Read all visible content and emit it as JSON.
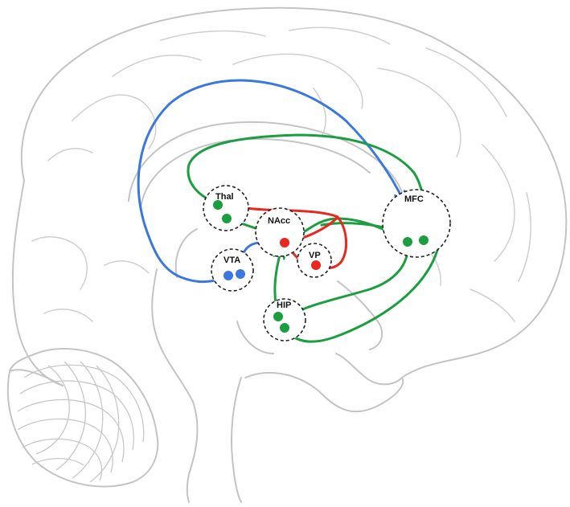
{
  "colors": {
    "glutamate": "#1a9e3f",
    "dopamine": "#3a78e0",
    "gaba": "#e8281e",
    "outline": "#c4c4c4",
    "region_border": "#222222"
  },
  "regions": {
    "thal": "Thal",
    "nacc": "NAcc",
    "vta": "VTA",
    "vp": "VP",
    "hip": "HIP",
    "mfc": "MFC"
  }
}
